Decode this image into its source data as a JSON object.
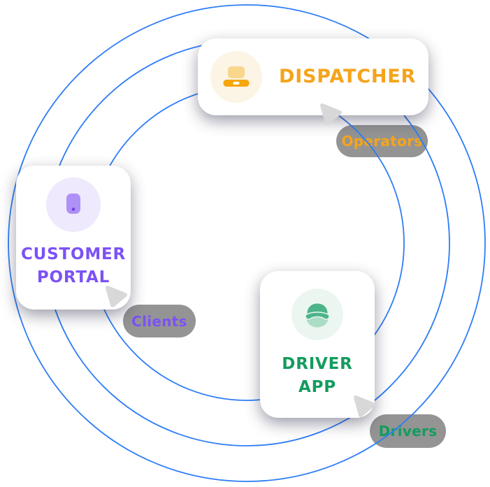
{
  "colors": {
    "circle-blue": "#2E7DF7",
    "pill-gray": "#949494",
    "orange": "#F5A41B",
    "orange-screen": "#F8D78D",
    "orange-base": "#F6A70B",
    "orange-bg": "#FCF4E4",
    "purple": "#7C52F4",
    "purple-body": "#AE90F6",
    "purple-dot": "#6B3BEE",
    "purple-bg": "#EEE9FC",
    "green": "#139C5E",
    "green-cap": "#4CB48B",
    "green-face": "#ABDCC6",
    "green-bg": "#EBF6F0",
    "cursor-gray": "#D8D8D8"
  },
  "cards": {
    "dispatcher": {
      "label": "DISPATCHER",
      "icon": "laptop-icon",
      "tag": "Operators"
    },
    "customer_portal": {
      "line1": "CUSTOMER",
      "line2": "PORTAL",
      "icon": "smartphone-icon",
      "tag": "Clients"
    },
    "driver_app": {
      "line1": "DRIVER",
      "line2": "APP",
      "icon": "driver-avatar-icon",
      "tag": "Drivers"
    }
  },
  "tags": {
    "operators": "Operators",
    "clients": "Clients",
    "drivers": "Drivers"
  }
}
